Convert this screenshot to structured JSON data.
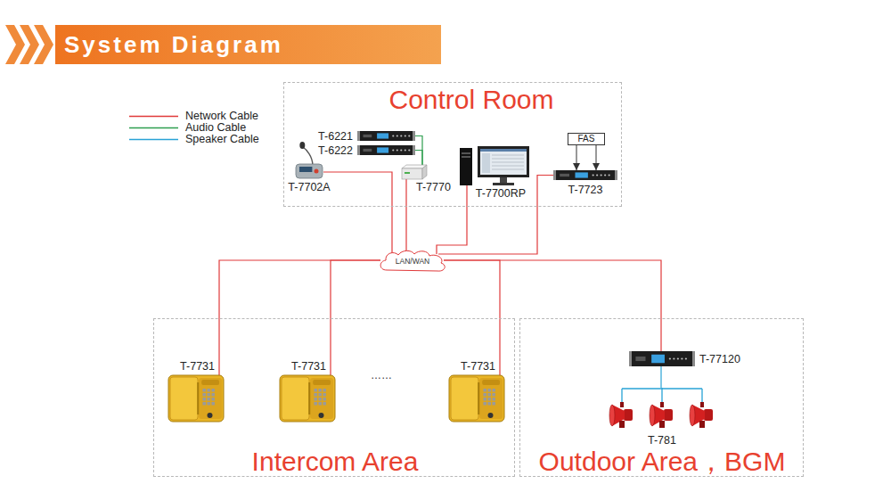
{
  "diagram": {
    "title": "System Diagram",
    "nodes": [
      {
        "text": [
          "Control Room"
        ]
      },
      {
        "text": [
          "T-6221"
        ],
        "in": 0
      },
      {
        "text": [
          "T-6222"
        ],
        "in": 0
      },
      {
        "text": [
          "T-7702A"
        ],
        "in": 0
      },
      {
        "text": [
          "T-7770"
        ],
        "in": 0
      },
      {
        "text": [
          "T-7700RP"
        ],
        "in": 0
      },
      {
        "text": [
          "FAS"
        ],
        "in": 0
      },
      {
        "text": [
          "T-7723"
        ],
        "in": 0
      },
      {
        "text": [
          "LAN/WAN"
        ]
      },
      {
        "text": [
          "Intercom Area"
        ]
      },
      {
        "text": [
          "T-7731"
        ],
        "in": 9
      },
      {
        "text": [
          "T-7731"
        ],
        "in": 9
      },
      {
        "text": [
          "T-7731"
        ],
        "in": 9
      },
      {
        "text": [
          "Outdoor Area，BGM"
        ]
      },
      {
        "text": [
          "T-77120"
        ],
        "in": 13
      },
      {
        "text": [
          "T-781"
        ],
        "in": 13
      }
    ],
    "edges": [
      {
        "from": 3,
        "to": 8,
        "arrow": "none"
      },
      {
        "from": 4,
        "to": 8,
        "arrow": "none"
      },
      {
        "from": 5,
        "to": 8,
        "arrow": "none"
      },
      {
        "from": 7,
        "to": 8,
        "arrow": "none"
      },
      {
        "from": 8,
        "to": 10,
        "arrow": "none"
      },
      {
        "from": 8,
        "to": 11,
        "arrow": "none"
      },
      {
        "from": 8,
        "to": 12,
        "arrow": "none"
      },
      {
        "from": 8,
        "to": 14,
        "arrow": "none"
      },
      {
        "from": 1,
        "to": 4,
        "arrow": "none"
      },
      {
        "from": 2,
        "to": 4,
        "arrow": "none"
      },
      {
        "from": 6,
        "to": 7,
        "arrow": "to"
      },
      {
        "from": 6,
        "to": 7,
        "arrow": "to"
      },
      {
        "from": 14,
        "to": 15,
        "arrow": "none"
      }
    ],
    "labels": [
      "……"
    ],
    "legend": [
      {
        "text": "Network Cable"
      },
      {
        "text": "Audio Cable"
      },
      {
        "text": "Speaker Cable"
      }
    ]
  }
}
